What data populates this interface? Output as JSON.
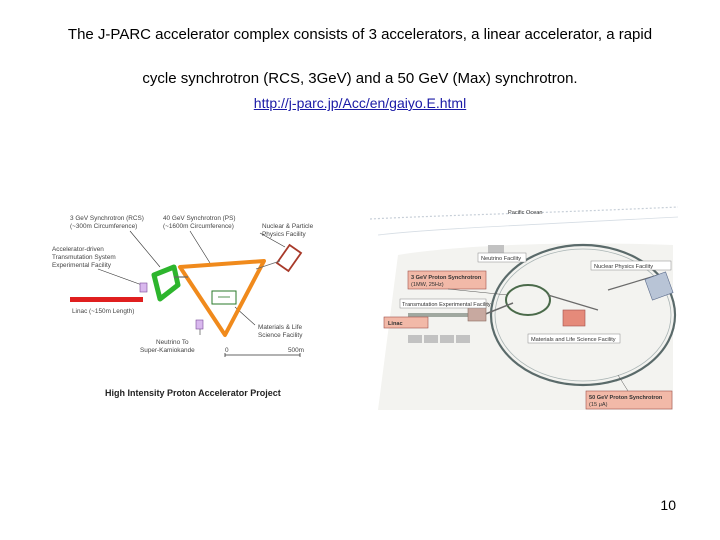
{
  "text": {
    "line1": "The J-PARC accelerator complex consists of 3 accelerators, a linear accelerator, a rapid",
    "line2": "cycle synchrotron (RCS, 3GeV) and a 50 GeV (Max) synchrotron.",
    "link": "http://j-parc.jp/Acc/en/gaiyo.E.html"
  },
  "left_figure": {
    "caption": "High Intensity Proton Accelerator Project",
    "labels": {
      "rcs": "3 GeV Synchrotron (RCS)",
      "rcs_circ": "(~300m Circumference)",
      "mr": "40 GeV Synchrotron (PS)",
      "mr_circ": "(~1600m Circumference)",
      "nuclear1": "Nuclear & Particle",
      "nuclear2": "Physics Facility",
      "adt1": "Accelerator-driven",
      "adt2": "Transmutation System",
      "adt3": "Experimental Facility",
      "linac": "Linac (~150m Length)",
      "mlf1": "Materials & Life",
      "mlf2": "Science Facility",
      "neutrino1": "Neutrino To",
      "neutrino2": "Super-Kamiokande",
      "scale0": "0",
      "scale1": "500m"
    },
    "colors": {
      "rcs": "#2db52d",
      "mr": "#f08a1c",
      "linac": "#e01f1f",
      "facility": "#a83a2a"
    }
  },
  "right_figure": {
    "labels": {
      "ocean": "Pacific Ocean",
      "neutrino": "Neutrino Facility",
      "nuclear": "Nuclear Physics Facility",
      "rcs1": "3 GeV Proton Synchrotron",
      "rcs2": "(1MW, 25Hz)",
      "transmutation": "Transmutation Experimental Facility",
      "linac": "Linac",
      "mlf": "Materials and Life Science Facility",
      "mr1": "50 GeV Proton Synchrotron",
      "mr2": "(15 μA)"
    }
  },
  "page_number": "10"
}
